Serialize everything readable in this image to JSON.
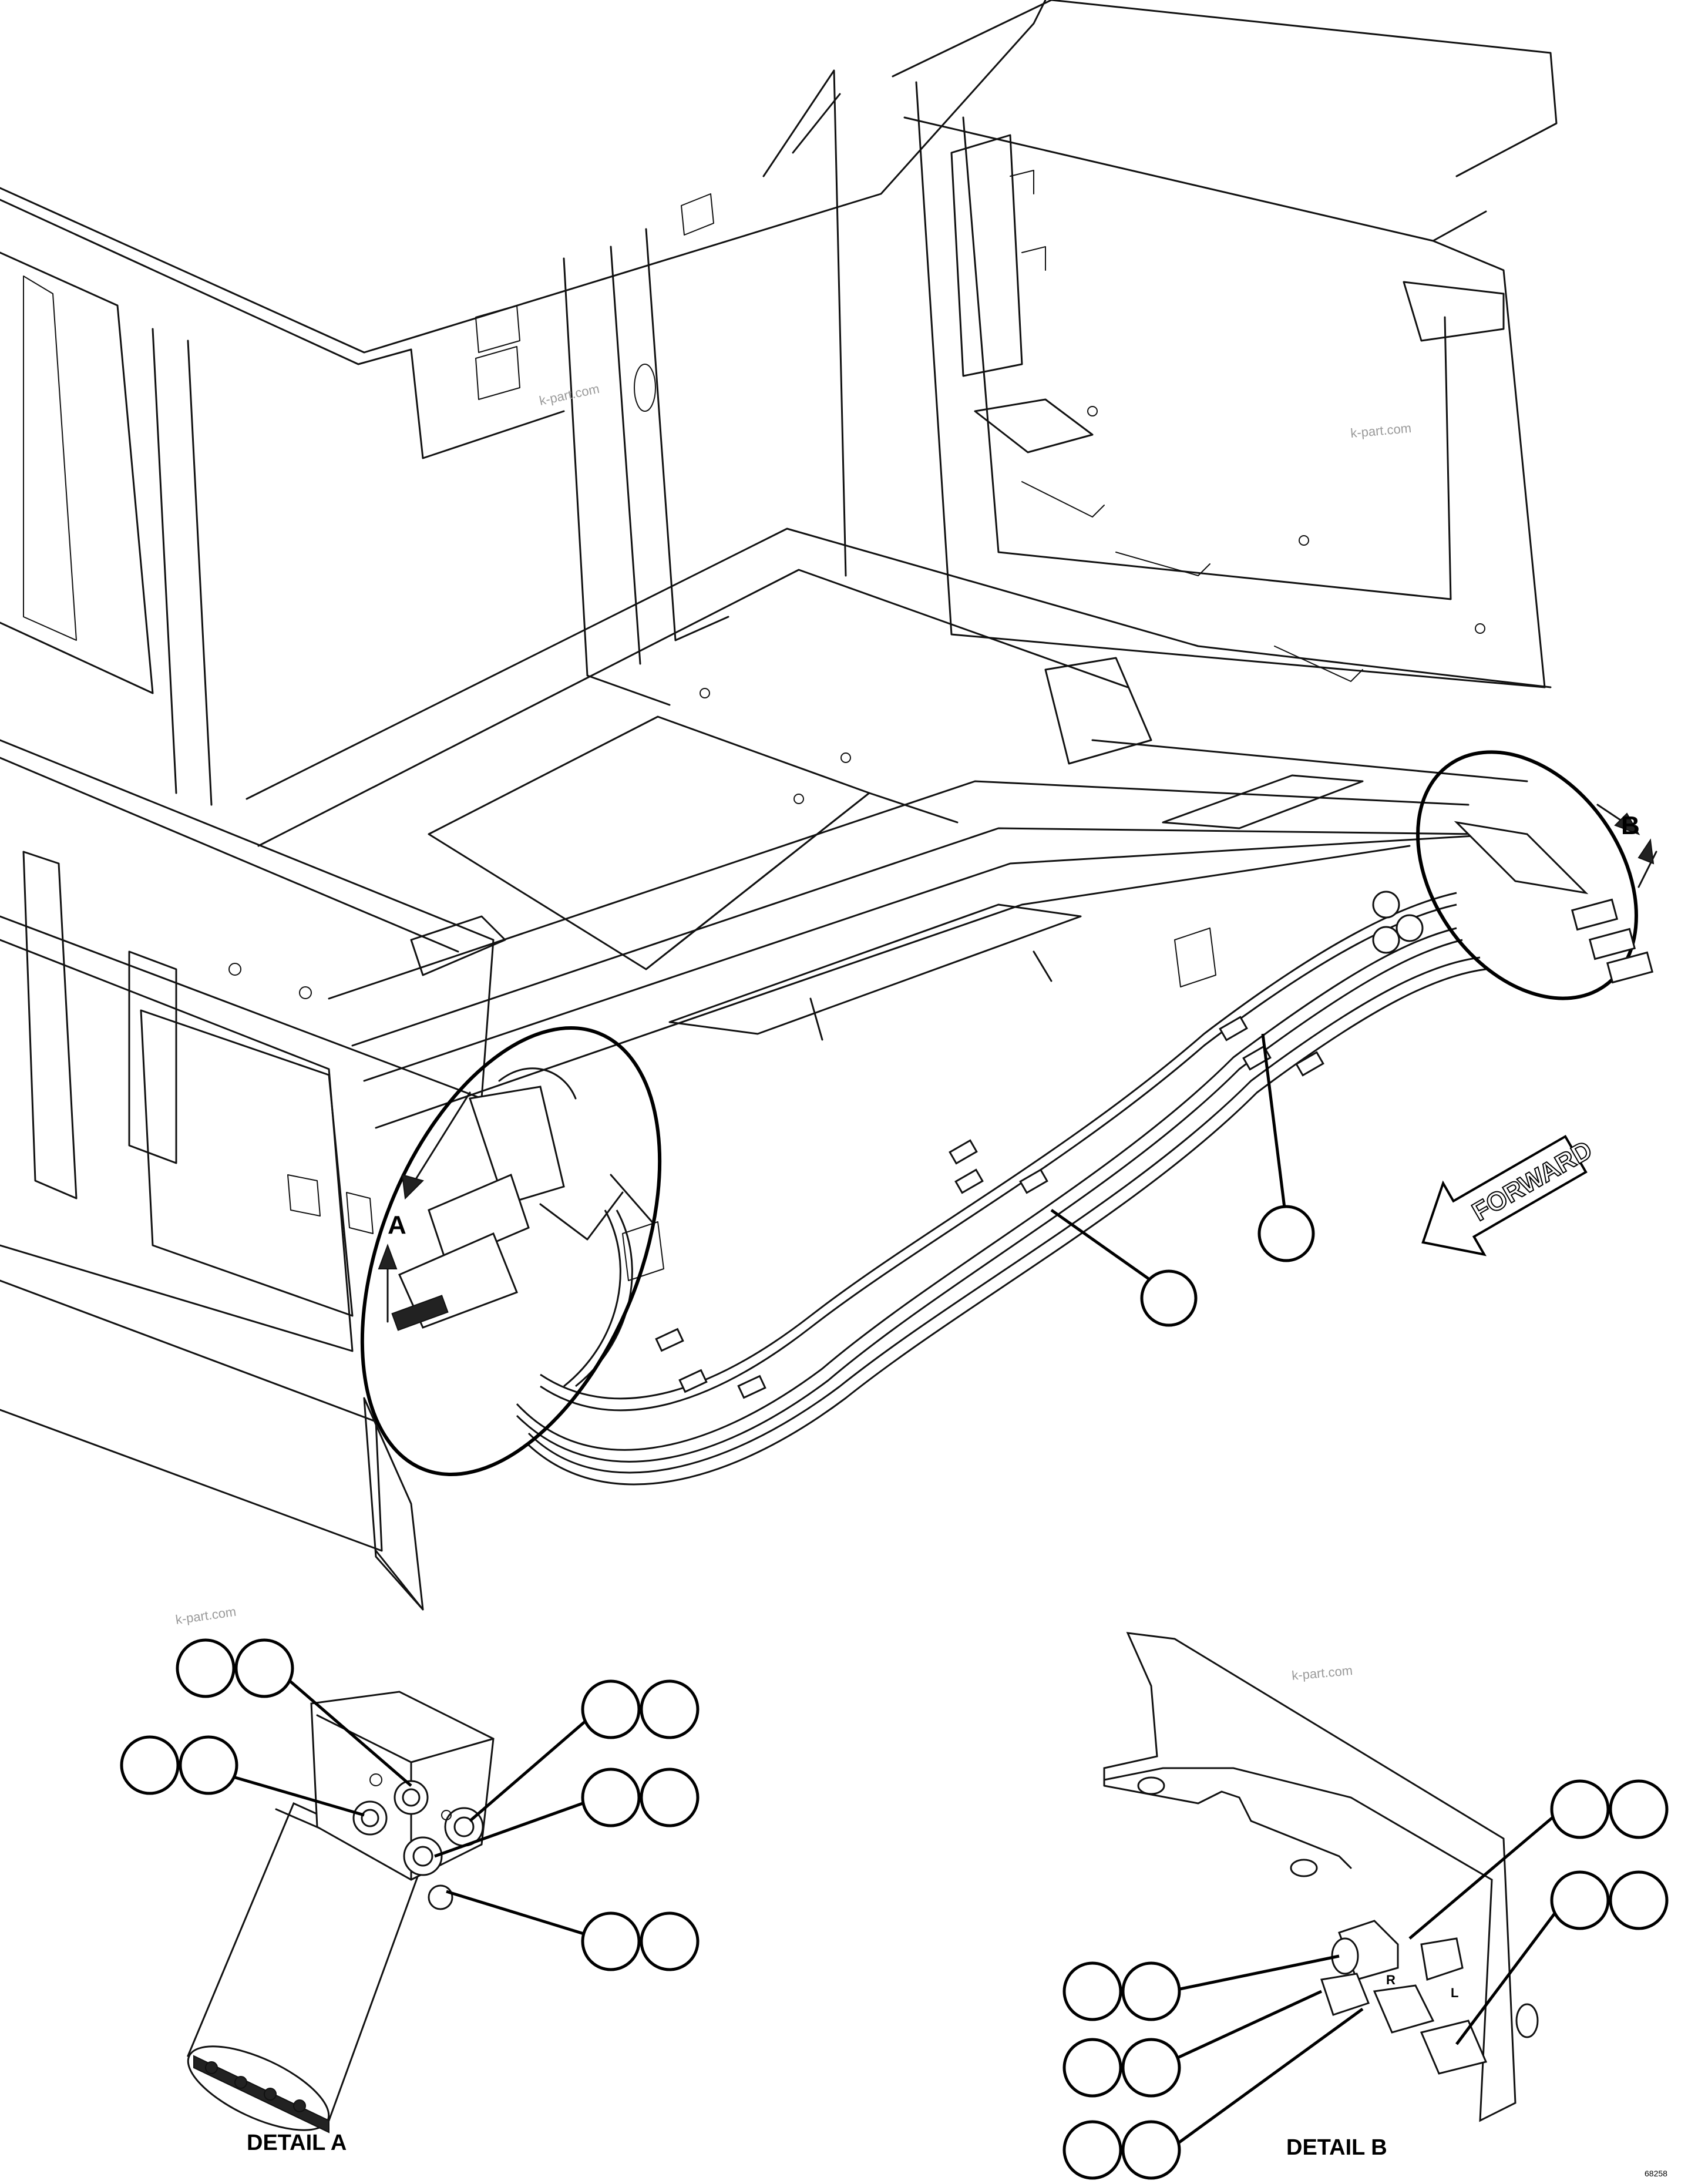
{
  "detail_markers": {
    "a": "A",
    "b": "B"
  },
  "detail_titles": {
    "a": "DETAIL A",
    "b": "DETAIL B"
  },
  "direction_label": "FORWARD",
  "drawing_number": "68258",
  "watermark": "k-part.com"
}
